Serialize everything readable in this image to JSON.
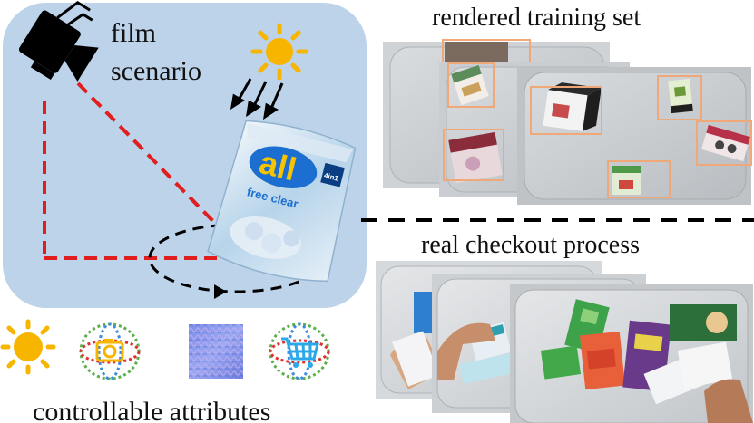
{
  "scene": {
    "title_line1": "film",
    "title_line2": "scenario",
    "bg_color": "#bcd3ea",
    "product_brand": "all",
    "product_sub": "free clear",
    "product_tag": "4in1"
  },
  "training": {
    "title": "rendered training set",
    "box_color": "#f0a878"
  },
  "real": {
    "title": "real checkout process"
  },
  "attributes": {
    "label": "controllable attributes",
    "icons": [
      "sun-icon",
      "camera-pose-icon",
      "normal-map-texture-icon",
      "cart-pose-icon"
    ]
  },
  "colors": {
    "dashed_red": "#e01e1e",
    "sun": "#f7b500",
    "orbit_red": "#e03030",
    "orbit_green": "#5ab04a",
    "cart_blue": "#2aa8e8"
  }
}
